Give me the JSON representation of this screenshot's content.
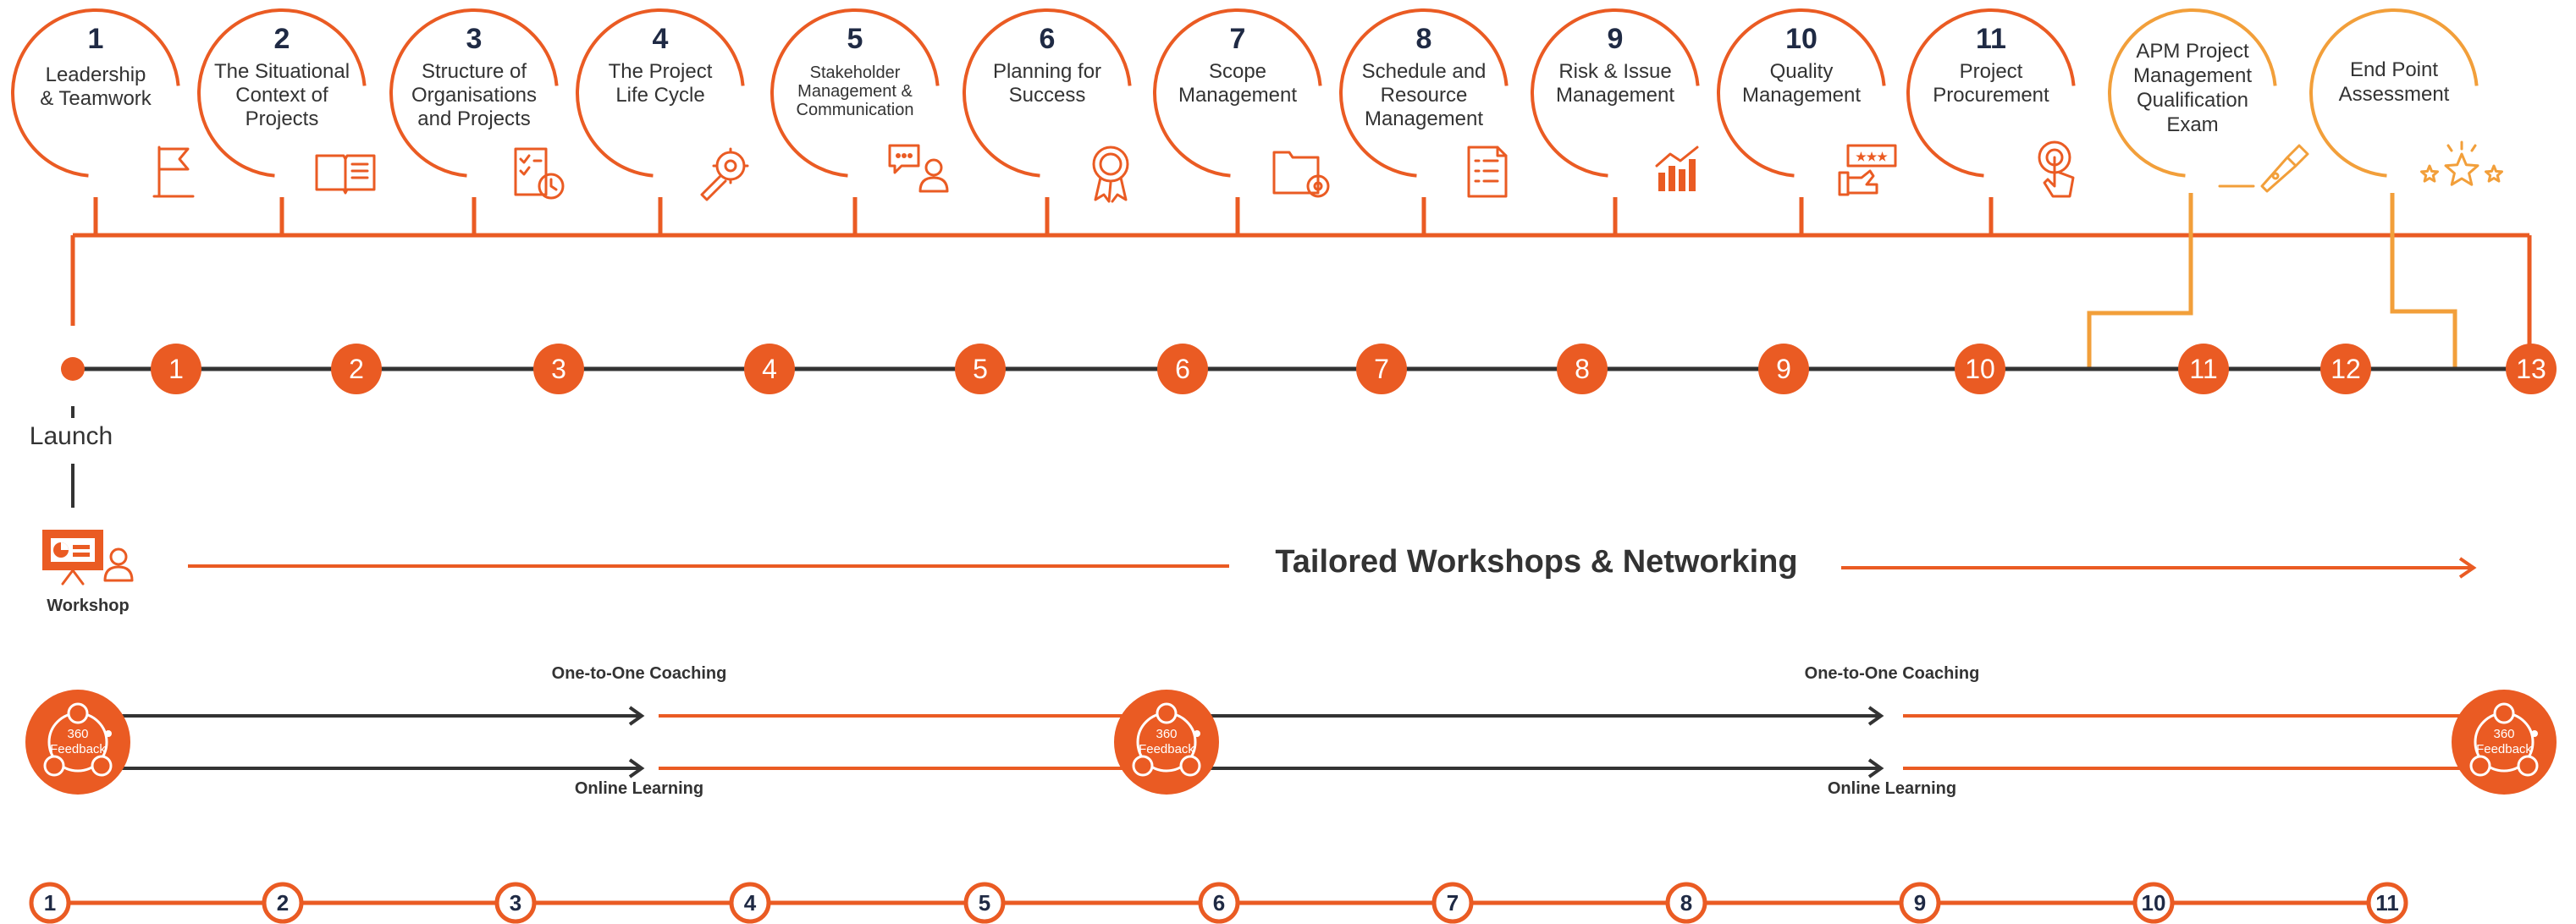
{
  "colors": {
    "orange": "#EA5B23",
    "light_orange": "#F29F3A",
    "dark": "#333333",
    "navy": "#1f2a44",
    "white": "#ffffff"
  },
  "modules": [
    {
      "number": "1",
      "lines": [
        "Leadership",
        "& Teamwork"
      ],
      "icon": "flag-icon"
    },
    {
      "number": "2",
      "lines": [
        "The Situational",
        "Context of",
        "Projects"
      ],
      "icon": "open-book-icon"
    },
    {
      "number": "3",
      "lines": [
        "Structure of",
        "Organisations",
        "and Projects"
      ],
      "icon": "checklist-clock-icon"
    },
    {
      "number": "4",
      "lines": [
        "The Project",
        "Life Cycle"
      ],
      "icon": "wrench-gear-icon"
    },
    {
      "number": "5",
      "lines": [
        "Stakeholder",
        "Management &",
        "Communication"
      ],
      "icon": "speech-bubble-person-icon"
    },
    {
      "number": "6",
      "lines": [
        "Planning for",
        "Success"
      ],
      "icon": "award-badge-icon"
    },
    {
      "number": "7",
      "lines": [
        "Scope",
        "Management"
      ],
      "icon": "folder-gear-icon"
    },
    {
      "number": "8",
      "lines": [
        "Schedule and",
        "Resource",
        "Management"
      ],
      "icon": "document-list-icon"
    },
    {
      "number": "9",
      "lines": [
        "Risk & Issue",
        "Management"
      ],
      "icon": "bar-chart-trend-icon"
    },
    {
      "number": "10",
      "lines": [
        "Quality",
        "Management"
      ],
      "icon": "stars-hand-icon"
    },
    {
      "number": "11",
      "lines": [
        "Project",
        "Procurement"
      ],
      "icon": "touch-pointer-icon"
    }
  ],
  "milestones": [
    {
      "lines": [
        "APM Project",
        "Management",
        "Qualification",
        "Exam"
      ],
      "icon": "pen-nib-icon"
    },
    {
      "lines": [
        "End Point",
        "Assessment"
      ],
      "icon": "sparkle-stars-icon"
    }
  ],
  "timeline": {
    "steps": [
      "1",
      "2",
      "3",
      "4",
      "5",
      "6",
      "7",
      "8",
      "9",
      "10",
      "11",
      "12",
      "13"
    ],
    "launch_label": "Launch"
  },
  "workshop": {
    "label": "Workshop",
    "icon": "presentation-board-icon",
    "banner": "Tailored Workshops & Networking"
  },
  "feedback": {
    "badge_label_1": "360",
    "badge_label_2": "Feedback",
    "icon": "feedback-network-icon",
    "coaching_label": "One-to-One Coaching",
    "learning_label": "Online Learning"
  },
  "bottom_steps": [
    "1",
    "2",
    "3",
    "4",
    "5",
    "6",
    "7",
    "8",
    "9",
    "10",
    "11"
  ]
}
